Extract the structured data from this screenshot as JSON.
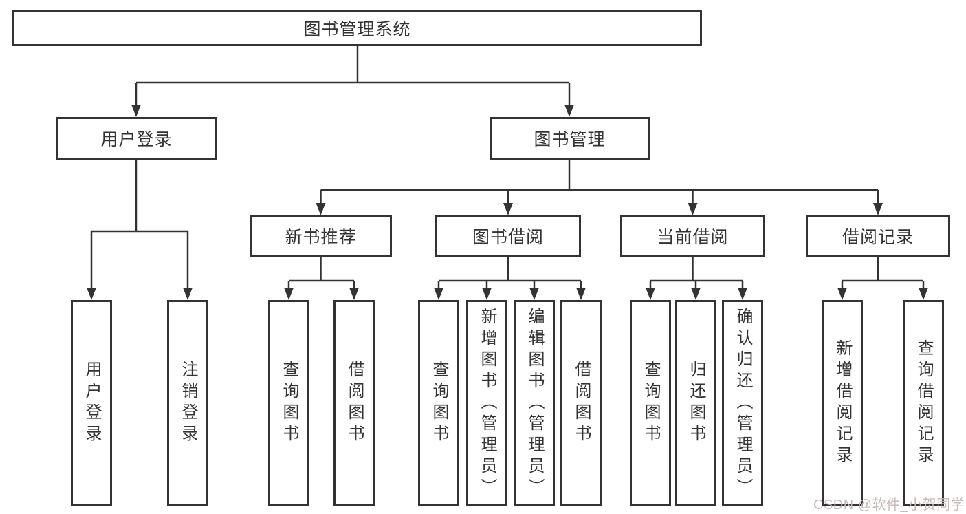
{
  "diagram": {
    "root": {
      "label": "图书管理系统"
    },
    "branches": [
      {
        "label": "用户登录",
        "leaves": [
          "用户登录",
          "注销登录"
        ]
      },
      {
        "label": "图书管理",
        "children": [
          {
            "label": "新书推荐",
            "leaves": [
              "查询图书",
              "借阅图书"
            ]
          },
          {
            "label": "图书借阅",
            "leaves": [
              "查询图书",
              "新增图书（管理员）",
              "编辑图书（管理员）",
              "借阅图书"
            ]
          },
          {
            "label": "当前借阅",
            "leaves": [
              "查询图书",
              "归还图书",
              "确认归还（管理员）"
            ]
          },
          {
            "label": "借阅记录",
            "leaves": [
              "新增借阅记录",
              "查询借阅记录"
            ]
          }
        ]
      }
    ]
  },
  "watermark": {
    "text": "CSDN @软件_小贺同学"
  },
  "colors": {
    "line": "#333333",
    "box_border": "#333333",
    "background": "#ffffff",
    "watermark": "#c4b6b6"
  }
}
